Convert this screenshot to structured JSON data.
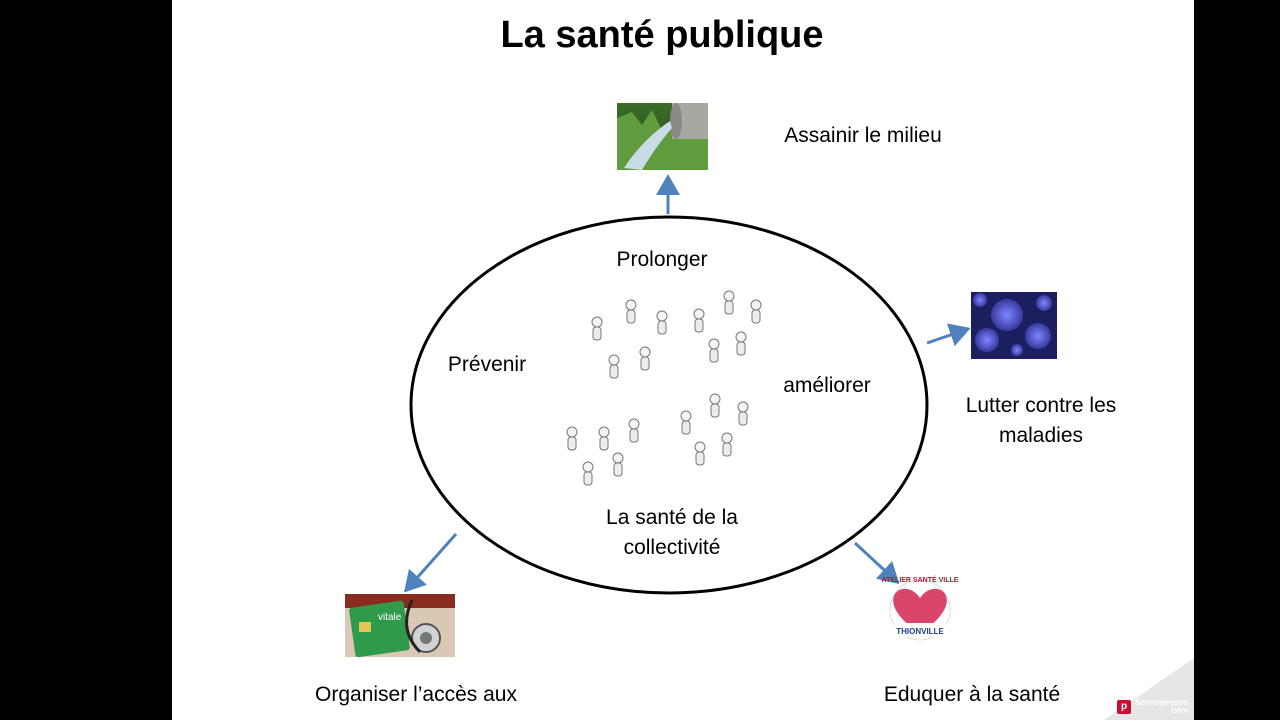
{
  "title": "La santé publique",
  "ellipse": {
    "top_label": "Prolonger",
    "left_label": "Prévenir",
    "right_label": "améliorer",
    "bottom_label_line1": "La santé de la",
    "bottom_label_line2": "collectivité"
  },
  "outer": {
    "top": "Assainir le milieu",
    "right_line1": "Lutter contre les",
    "right_line2": "maladies",
    "bottom_left": "Organiser l’accès aux",
    "bottom_right": "Eduquer à la santé"
  },
  "images": {
    "top": "water-pipe-grass-photo",
    "right": "virus-microbes-image",
    "bottom_left": "carte-vitale-stethoscope-photo",
    "bottom_right": "atelier-sante-ville-logo"
  },
  "logo_text": {
    "arc": "ATELIER SANTÉ VILLE",
    "city": "THIONVILLE"
  },
  "watermark": {
    "brand": "Screenpresso",
    "domain": ".com"
  },
  "colors": {
    "arrow": "#4f81bd",
    "ellipse_stroke": "#000000",
    "background": "#ffffff"
  }
}
